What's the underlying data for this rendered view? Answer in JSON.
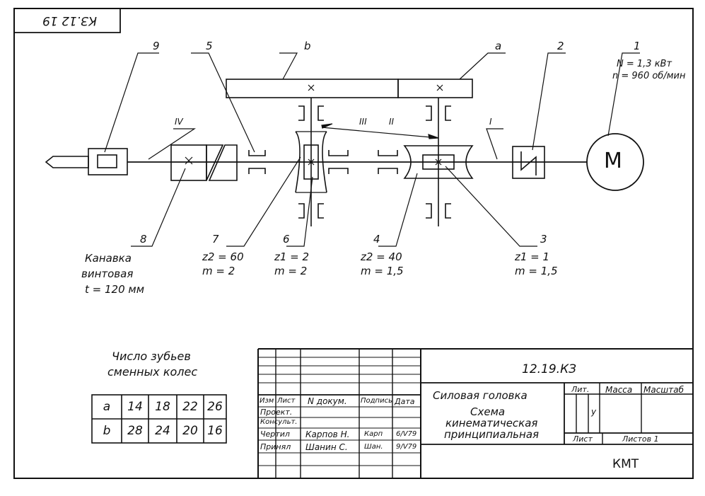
{
  "stamp": "КЗ.12 19",
  "labels": {
    "n1": "1",
    "n2": "2",
    "n3": "3",
    "n4": "4",
    "n5": "5",
    "n6": "6",
    "n7": "7",
    "n8": "8",
    "n9": "9",
    "a": "a",
    "b": "b",
    "shaft1": "I",
    "shaft2": "II",
    "shaft3": "III",
    "shaft4": "IV",
    "motor": "M"
  },
  "motor_params": {
    "power": "N = 1,3 кВт",
    "speed": "n = 960 об/мин"
  },
  "gear_params": {
    "g7": [
      "z2 = 60",
      "m = 2"
    ],
    "g6": [
      "z1 = 2",
      "m = 2"
    ],
    "g4": [
      "z2 = 40",
      "m = 1,5"
    ],
    "g3": [
      "z1 = 1",
      "m = 1,5"
    ]
  },
  "groove": [
    "Канавка",
    "винтовая",
    "t = 120 мм"
  ],
  "teeth_table": {
    "title": [
      "Число зубьев",
      "сменных колес"
    ],
    "rows": [
      [
        "a",
        "14",
        "18",
        "22",
        "26"
      ],
      [
        "b",
        "28",
        "24",
        "20",
        "16"
      ]
    ]
  },
  "title_block": {
    "doc_code": "12.19.КЗ",
    "col_headers": [
      "Изм",
      "Лист",
      "N докум.",
      "Подпись",
      "Дата"
    ],
    "roles": [
      "Проект.",
      "Консульт.",
      "Чертил",
      "Принял"
    ],
    "drawn_by": "Карпов Н.",
    "approved_by": "Шанин С.",
    "sign_drawn": "Карп",
    "sign_approved": "Шан.",
    "date_drawn": "6/V79",
    "date_approved": "9/V79",
    "name_line1": "Силовая головка",
    "name_line2": "Схема",
    "name_line3": "кинематическая",
    "name_line4": "принципиальная",
    "lit": "Лит.",
    "mass": "Масса",
    "scale": "Масштаб",
    "lit_value": "у",
    "sheet": "Лист",
    "sheets": "Листов 1",
    "org": "КМТ"
  }
}
